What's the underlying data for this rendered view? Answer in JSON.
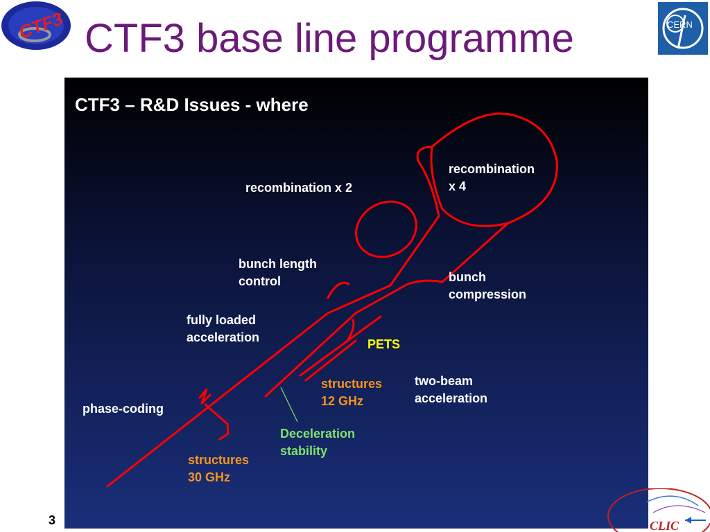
{
  "slide": {
    "title": "CTF3 base line programme",
    "page_number": "3",
    "logo_left_text": "CTF3",
    "logo_right_text": "CERN",
    "logo_bottom_text": "CLIC"
  },
  "panel": {
    "heading": "CTF3 – R&D Issues - where",
    "labels": {
      "recombination_x2": "recombination x 2",
      "recombination_x4": "recombination\nx 4",
      "bunch_length_control": "bunch length\ncontrol",
      "bunch_compression": "bunch\ncompression",
      "fully_loaded_acceleration": "fully loaded\nacceleration",
      "pets": "PETS",
      "structures_12ghz": "structures\n12 GHz",
      "two_beam_acceleration": "two-beam\nacceleration",
      "phase_coding": "phase-coding",
      "deceleration_stability": "Deceleration\nstability",
      "structures_30ghz": "structures\n30 GHz"
    }
  },
  "colors": {
    "title": "#6b1a7a",
    "beamline": "#ff0000",
    "orange_label": "#f7941d",
    "yellow_label": "#ffff00",
    "green_label": "#7ee36b"
  }
}
